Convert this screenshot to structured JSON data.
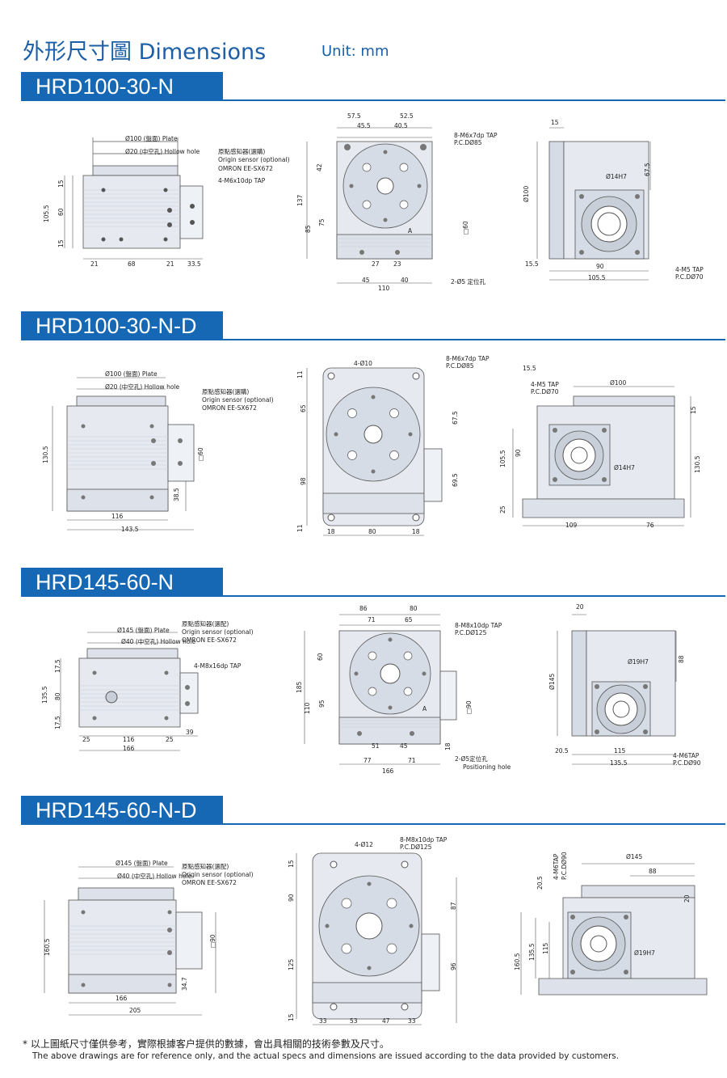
{
  "header": {
    "title": "外形尺寸圖 Dimensions",
    "unit": "Unit: mm"
  },
  "sections": [
    {
      "name": "HRD100-30-N"
    },
    {
      "name": "HRD100-30-N-D"
    },
    {
      "name": "HRD145-60-N"
    },
    {
      "name": "HRD145-60-N-D"
    }
  ],
  "s1": {
    "plate": "Ø100 (盤面) Plate",
    "hollow": "Ø20 (中空孔) Hollow hole",
    "sensor1": "原點感知器(選購)",
    "sensor2": "Origin sensor (optional)",
    "sensor3": "OMRON EE-SX672",
    "tap_side": "4-M6x10dp TAP",
    "d15a": "15",
    "d60": "60",
    "d15b": "15",
    "d1055": "105.5",
    "d21a": "21",
    "d68": "68",
    "d21b": "21",
    "d335": "33.5",
    "t575": "57.5",
    "t525": "52.5",
    "t455": "45.5",
    "t405": "40.5",
    "tap_top1": "8-M6x7dp TAP",
    "tap_top2": "P.C.DØ85",
    "d42": "42",
    "d137": "137",
    "d85": "85",
    "d75": "75",
    "dsq60": "□60",
    "dA": "A",
    "d27": "27",
    "d23": "23",
    "d45": "45",
    "d40": "40",
    "d110": "110",
    "pos_hole": "2-Ø5  定位孔",
    "r15": "15",
    "r100": "Ø100",
    "r675": "67.5",
    "r14h7": "Ø14H7",
    "r155": "15.5",
    "r90": "90",
    "r1055": "105.5",
    "tap_r1": "4-M5 TAP",
    "tap_r2": "P.C.DØ70"
  },
  "s2": {
    "plate": "Ø100 (盤面) Plate",
    "hollow": "Ø20 (中空孔) Hollow hole",
    "sensor1": "原點感知器(選購)",
    "sensor2": "Origin sensor (optional)",
    "sensor3": "OMRON EE-SX672",
    "d1305": "130.5",
    "dsq60": "□60",
    "d385": "38.5",
    "d116": "116",
    "d1435": "143.5",
    "hole4": "4-Ø10",
    "tap_top1": "8-M6x7dp TAP",
    "tap_top2": "P.C.DØ85",
    "d11a": "11",
    "d65": "65",
    "d675": "67.5",
    "d98": "98",
    "d695": "69.5",
    "d11b": "11",
    "d18a": "18",
    "d80": "80",
    "d18b": "18",
    "r155": "15.5",
    "tap_r1": "4-M5 TAP",
    "tap_r2": "P.C.DØ70",
    "r100": "Ø100",
    "r15": "15",
    "r1055": "105.5",
    "r90": "90",
    "r14h7": "Ø14H7",
    "r1305": "130.5",
    "r25": "25",
    "r109": "109",
    "r76": "76"
  },
  "s3": {
    "plate": "Ø145 (盤面) Plate",
    "hollow": "Ø40 (中空孔) Hollow hole",
    "sensor1": "原點感知器(選配)",
    "sensor2": "Origin sensor (optional)",
    "sensor3": "OMRON EE-SX672",
    "tap_side": "4-M8x16dp TAP",
    "d175a": "17.5",
    "d80": "80",
    "d175b": "17.5",
    "d1355": "135.5",
    "d25a": "25",
    "d116": "116",
    "d25b": "25",
    "d39": "39",
    "d166": "166",
    "t86": "86",
    "t80": "80",
    "t71": "71",
    "t65": "65",
    "tap_top1": "8-M8x10dp TAP",
    "tap_top2": "P.C.DØ125",
    "d60": "60",
    "d185": "185",
    "d110": "110",
    "d95": "95",
    "dA": "A",
    "dsq90": "□90",
    "d51": "51",
    "d45": "45",
    "d77": "77",
    "d71": "71",
    "d166b": "166",
    "d18": "18",
    "pos_hole1": "2-Ø5定位孔",
    "pos_hole2": "Positioning hole",
    "r20": "20",
    "r145": "Ø145",
    "r88": "88",
    "r19h7": "Ø19H7",
    "r205": "20.5",
    "r115": "115",
    "r1355": "135.5",
    "tap_r1": "4-M6TAP",
    "tap_r2": "P.C.DØ90"
  },
  "s4": {
    "plate": "Ø145 (盤面) Plate",
    "hollow": "Ø40 (中空孔) Hollow hole",
    "sensor1": "原點感知器(選配)",
    "sensor2": "Origin sensor (optional)",
    "sensor3": "OMRON EE-SX672",
    "d1605": "160.5",
    "dsq90": "□90",
    "d347": "34.7",
    "d166": "166",
    "d205": "205",
    "hole4": "4-Ø12",
    "tap_top1": "8-M8x10dp TAP",
    "tap_top2": "P.C.DØ125",
    "d15a": "15",
    "d90": "90",
    "d87": "87",
    "d125": "125",
    "d96": "96",
    "d15b": "15",
    "d33a": "33",
    "d53": "53",
    "d47": "47",
    "d33b": "33",
    "tap_r1": "4-M6TAP",
    "tap_r2": "P.C.DØ90",
    "r145": "Ø145",
    "r88": "88",
    "r205": "20.5",
    "r20": "20",
    "r1605": "160.5",
    "r1355": "135.5",
    "r115": "115",
    "r19h7": "Ø19H7"
  },
  "footer": {
    "note_zh": "* 以上圖紙尺寸僅供參考，實際根據客户提供的數據，會出具相關的技術參數及尺寸。",
    "note_en": "The above drawings are for reference only, and the actual specs and dimensions are issued according to the data provided by customers."
  }
}
